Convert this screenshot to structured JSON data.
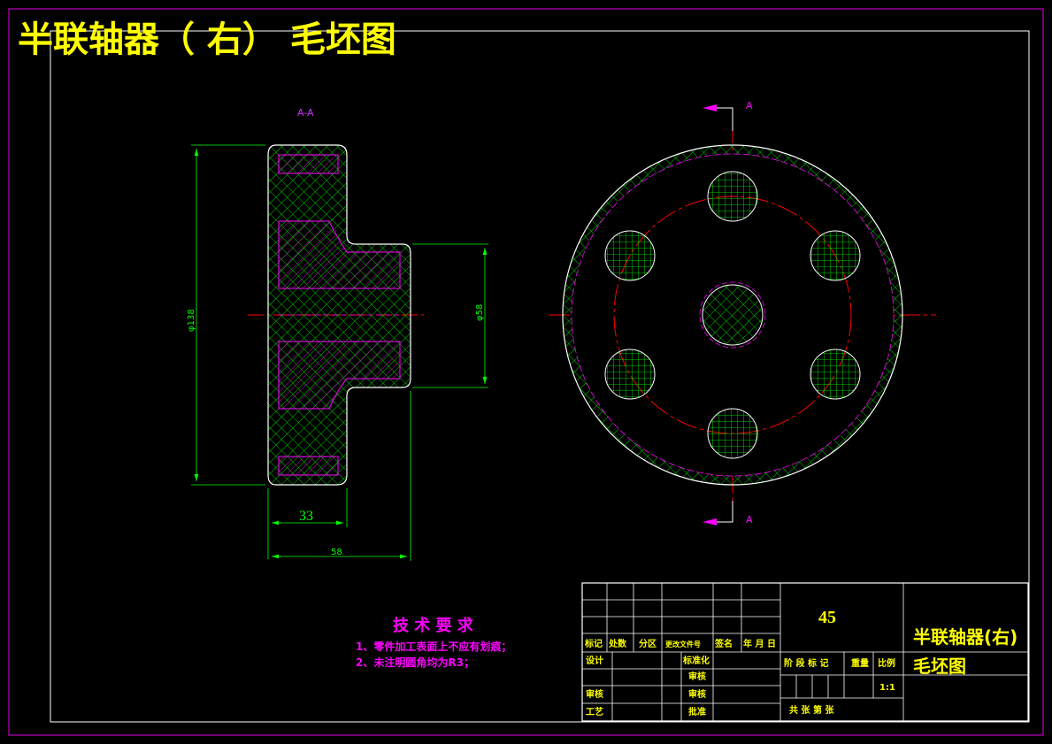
{
  "title": "半联轴器（ 右） 毛坯图",
  "section_label": "A-A",
  "section_marker": "A",
  "dimensions": {
    "outer_diameter": "φ138",
    "hub_diameter": "φ58",
    "flange_width": "33",
    "total_width": "58"
  },
  "tech_requirements": {
    "heading": "技 术 要 求",
    "items": [
      "1、零件加工表面上不应有划痕；",
      "2、未注明圆角均为R3；"
    ]
  },
  "title_block": {
    "material": "45",
    "part_name_line1": "半联轴器(右)",
    "part_name_line2": "毛坯图",
    "rev_headers": [
      "标记",
      "处数",
      "分区",
      "更改文件号",
      "签名",
      "年 月 日"
    ],
    "design": "设计",
    "standardize": "标准化",
    "review": "审核",
    "process": "工艺",
    "approve": "批准",
    "audit_small": "审核",
    "stage_mark": "阶 段 标 记",
    "weight": "重量",
    "scale_label": "比例",
    "scale_value": "1:1",
    "sheets": "共     张   第     张"
  },
  "colors": {
    "background": "#000000",
    "frame": "#c000c0",
    "outline": "#ffffff",
    "dimension": "#00ff00",
    "hatch_green": "#00ff00",
    "hatch_magenta": "#ff00ff",
    "centerline": "#ff0000",
    "title": "#ffff00",
    "requirements": "#ff00ff"
  }
}
